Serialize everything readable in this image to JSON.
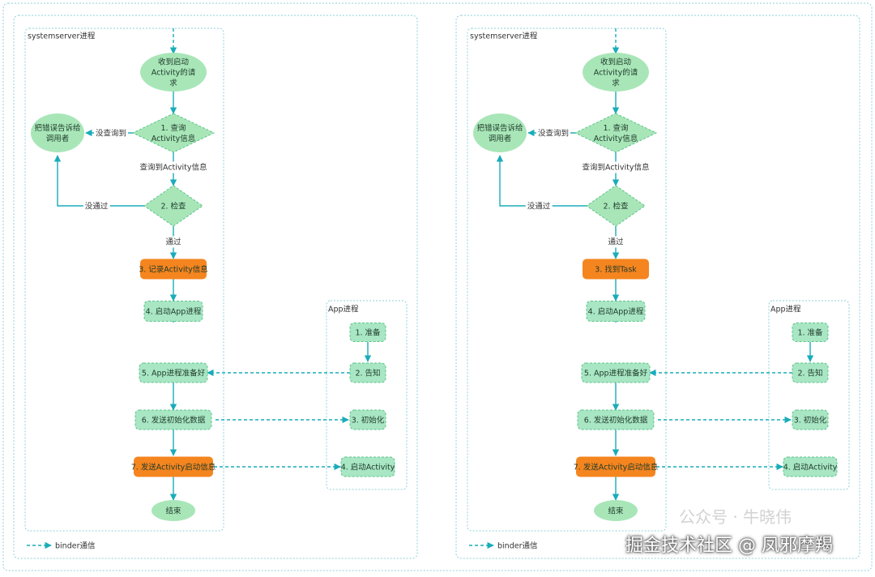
{
  "watermark": {
    "top": "公众号 · 牛晓伟",
    "main": "掘金技术社区 @ 凤邪摩羯"
  },
  "colors": {
    "ellipse": "#a8e6b8",
    "step": "#a8e6c4",
    "highlight": "#f5851f",
    "edge": "#1aacba",
    "border": "#8ed0d8"
  },
  "panels": [
    {
      "system_label": "systemserver进程",
      "app_label": "App进程",
      "legend": "binder通信",
      "nodes": {
        "start": "收到启动Activity的请求",
        "report": "把错误告诉给调用者",
        "query": "1. 查询Activity信息",
        "check": "2. 检查",
        "step3": "3. 记录Activity信息",
        "step4": "4. 启动App进程",
        "step5": "5. App进程准备好",
        "step6": "6. 发送初始化数据",
        "step7": "7. 发送Activity启动信息",
        "end": "结束",
        "app1": "1. 准备",
        "app2": "2. 告知",
        "app3": "3. 初始化",
        "app4": "4. 启动Activity"
      },
      "edges": {
        "not_found": "没查询到",
        "found": "查询到Activity信息",
        "not_pass": "没通过",
        "pass": "通过"
      }
    },
    {
      "system_label": "systemserver进程",
      "app_label": "App进程",
      "legend": "binder通信",
      "nodes": {
        "start": "收到启动Activity的请求",
        "report": "把错误告诉给调用者",
        "query": "1. 查询Activity信息",
        "check": "2. 检查",
        "step3": "3. 找到Task",
        "step4": "4. 启动App进程",
        "step5": "5. App进程准备好",
        "step6": "6. 发送初始化数据",
        "step7": "7. 发送Activity启动信息",
        "end": "结束",
        "app1": "1. 准备",
        "app2": "2. 告知",
        "app3": "3. 初始化",
        "app4": "4. 启动Activity"
      },
      "edges": {
        "not_found": "没查询到",
        "found": "查询到Activity信息",
        "not_pass": "没通过",
        "pass": "通过"
      }
    }
  ]
}
